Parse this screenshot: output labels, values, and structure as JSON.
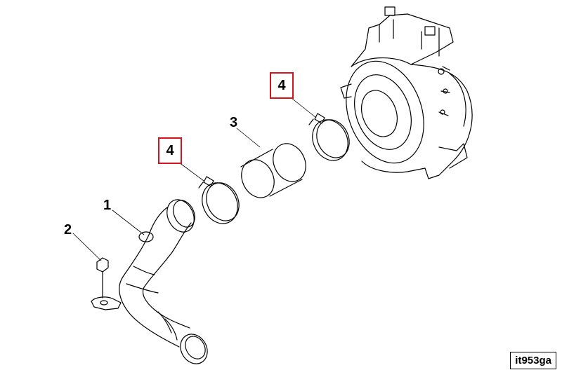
{
  "diagram": {
    "callouts": {
      "part_1": "1",
      "part_2": "2",
      "part_3": "3",
      "part_4_upper": "4",
      "part_4_lower": "4"
    },
    "highlight_color": "#d4141a",
    "reference_code": "it953ga",
    "parts": [
      "pipe-elbow-icon",
      "hex-nut-icon",
      "sleeve-tube-icon",
      "hose-clamp-icon",
      "turbocharger-icon"
    ]
  }
}
